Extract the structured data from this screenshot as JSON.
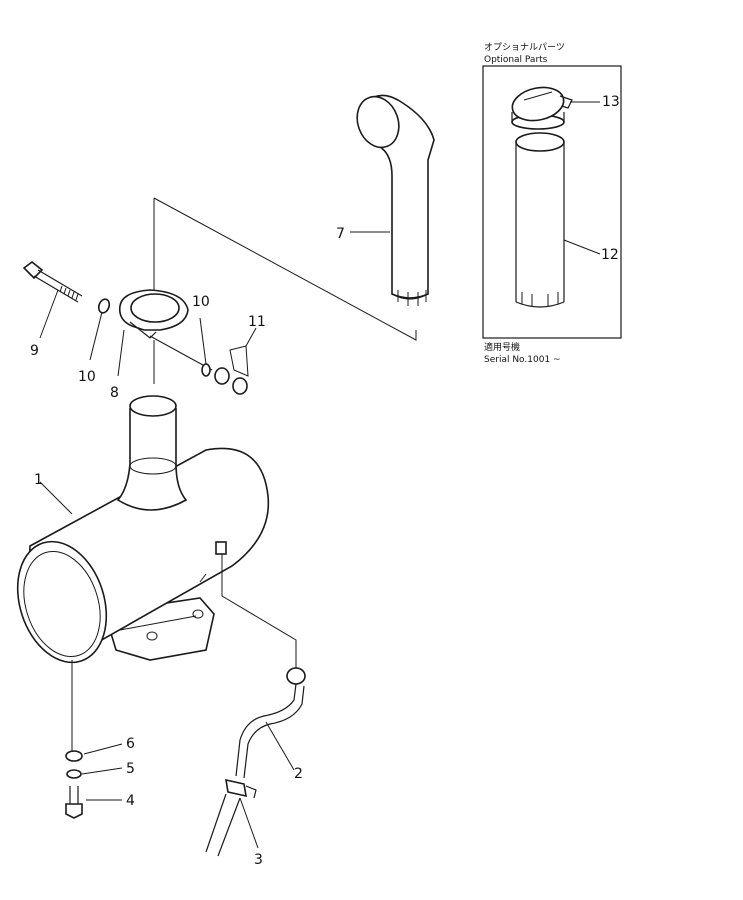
{
  "optional_parts": {
    "label_jp": "オプショナルパーツ",
    "label_en": "Optional Parts"
  },
  "serial": {
    "label_jp": "適用号機",
    "label_en": "Serial No.1001 ~"
  },
  "callouts": {
    "c1": "1",
    "c2": "2",
    "c3": "3",
    "c4": "4",
    "c5": "5",
    "c6": "6",
    "c7": "7",
    "c8": "8",
    "c9": "9",
    "c10a": "10",
    "c10b": "10",
    "c11": "11",
    "c12": "12",
    "c13": "13"
  }
}
